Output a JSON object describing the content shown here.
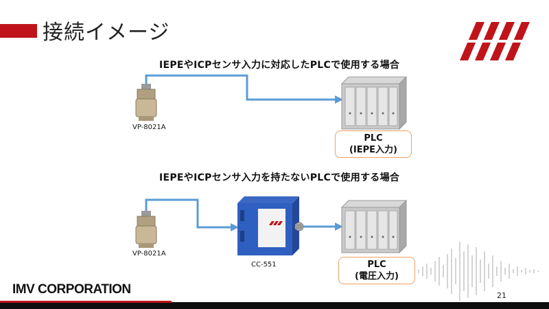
{
  "slide": {
    "title": "接続イメージ",
    "page_number": "21",
    "company": "IMV CORPORATION"
  },
  "scenario1": {
    "caption": "IEPEやICPセンサ入力に対応したPLCで使用する場合",
    "sensor_label": "VP-8021A",
    "plc_line1": "PLC",
    "plc_line2": "(IEPE入力)"
  },
  "scenario2": {
    "caption": "IEPEやICPセンサ入力を持たないPLCで使用する場合",
    "sensor_label": "VP-8021A",
    "converter_label": "CC-551",
    "plc_line1": "PLC",
    "plc_line2": "(電圧入力)"
  },
  "colors": {
    "accent": "#c0141b",
    "cable": "#5b9bd5",
    "plc_border": "#f0a060",
    "footer": "#0e0e0e"
  }
}
